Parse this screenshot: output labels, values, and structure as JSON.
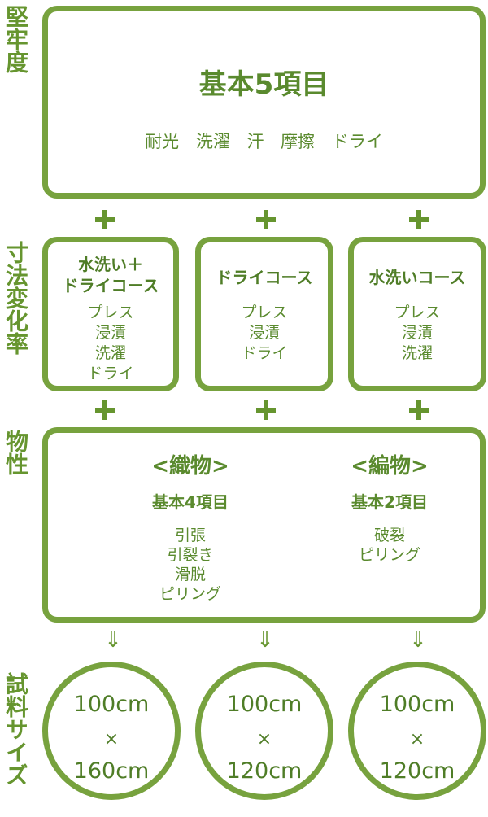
{
  "sections": {
    "fastness_label": "堅牢度",
    "dimension_label": "寸法変化率",
    "physical_label": "物性",
    "sample_label": "試料サイズ"
  },
  "fastness": {
    "title": "基本5項目",
    "items": "耐光 洗濯 汗 摩擦 ドライ"
  },
  "connectors": {
    "plus": "+",
    "arrow": "⇓"
  },
  "dimension": {
    "courses": [
      {
        "title_line1": "水洗い＋",
        "title_line2": "ドライコース",
        "items": [
          "プレス",
          "浸漬",
          "洗濯",
          "ドライ"
        ]
      },
      {
        "title_line1": "ドライコース",
        "title_line2": "",
        "items": [
          "プレス",
          "浸漬",
          "ドライ"
        ]
      },
      {
        "title_line1": "水洗いコース",
        "title_line2": "",
        "items": [
          "プレス",
          "浸漬",
          "洗濯"
        ]
      }
    ]
  },
  "physical": {
    "woven": {
      "heading": "<織物>",
      "sub": "基本4項目",
      "items": [
        "引張",
        "引裂き",
        "滑脱",
        "ピリング"
      ]
    },
    "knit": {
      "heading": "<編物>",
      "sub": "基本2項目",
      "items": [
        "破裂",
        "ピリング"
      ]
    }
  },
  "samples": [
    {
      "width": "100cm",
      "times": "×",
      "height": "160cm"
    },
    {
      "width": "100cm",
      "times": "×",
      "height": "120cm"
    },
    {
      "width": "100cm",
      "times": "×",
      "height": "120cm"
    }
  ],
  "colors": {
    "accent": "#77a23e",
    "text": "#5a8a2e"
  }
}
